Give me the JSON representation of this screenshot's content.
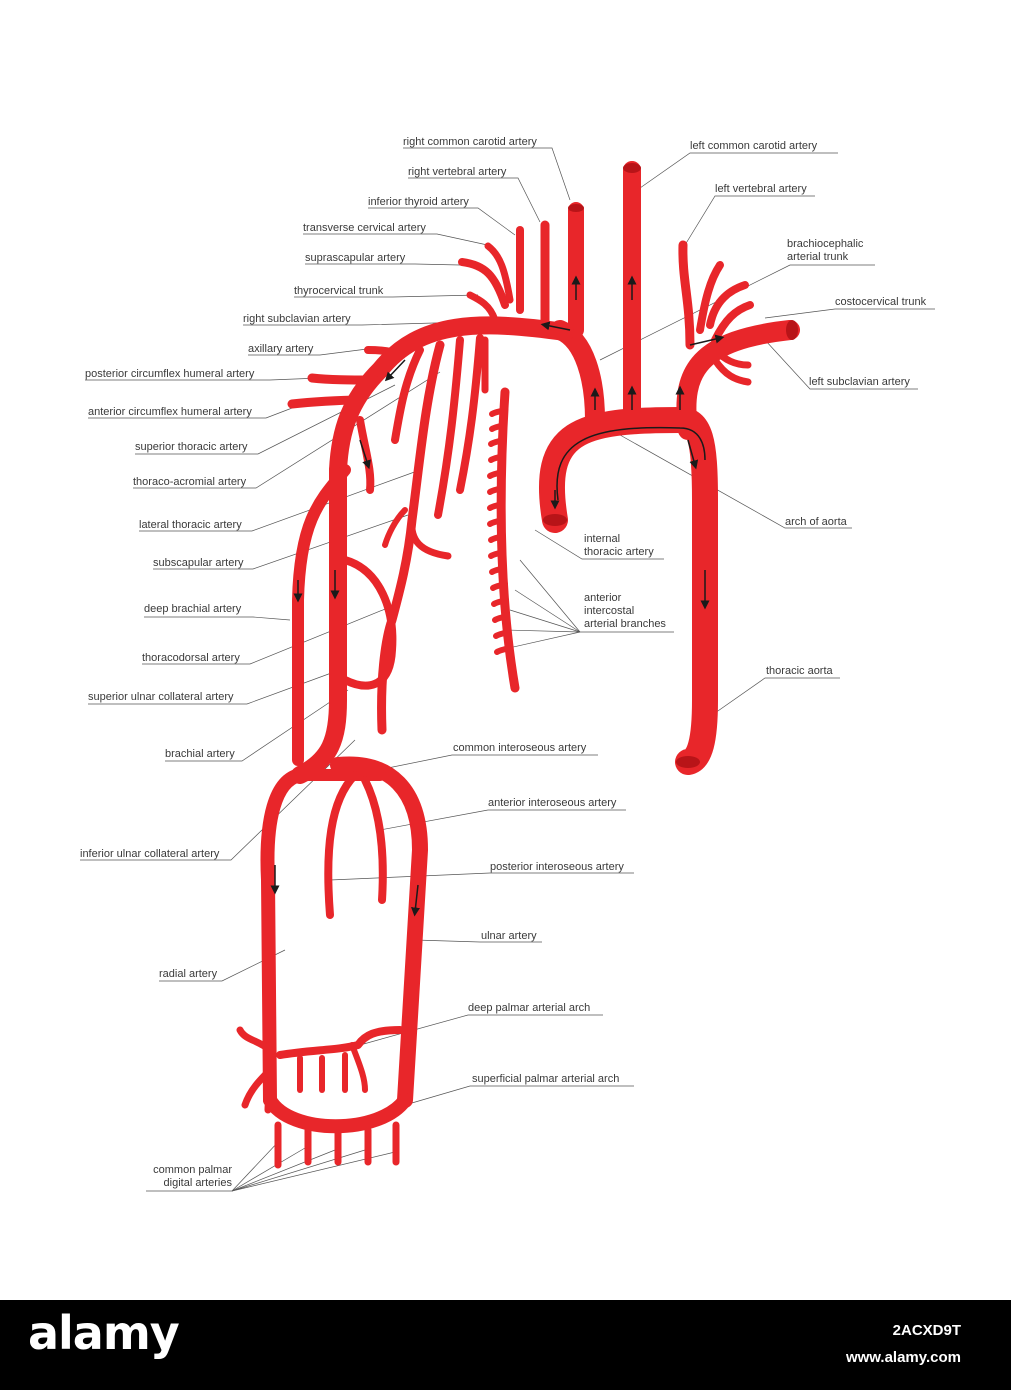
{
  "labels": {
    "right_common_carotid": "right common carotid artery",
    "right_vertebral": "right vertebral artery",
    "inferior_thyroid": "inferior thyroid artery",
    "transverse_cervical": "transverse cervical artery",
    "suprascapular": "suprascapular artery",
    "thyrocervical": "thyrocervical trunk",
    "right_subclavian": "right subclavian artery",
    "axillary": "axillary artery",
    "post_circumflex": "posterior circumflex humeral artery",
    "ant_circumflex": "anterior circumflex humeral artery",
    "superior_thoracic": "superior thoracic artery",
    "thoraco_acromial": "thoraco-acromial artery",
    "lateral_thoracic": "lateral thoracic artery",
    "subscapular": "subscapular artery",
    "deep_brachial": "deep brachial artery",
    "thoracodorsal": "thoracodorsal artery",
    "sup_ulnar_collateral": "superior ulnar collateral artery",
    "brachial": "brachial artery",
    "inf_ulnar_collateral": "inferior ulnar collateral artery",
    "radial": "radial artery",
    "common_palmar_1": "common palmar",
    "common_palmar_2": "digital arteries",
    "left_common_carotid": "left common carotid artery",
    "left_vertebral": "left vertebral artery",
    "brachiocephalic_1": "brachiocephalic",
    "brachiocephalic_2": "arterial trunk",
    "costocervical": "costocervical trunk",
    "left_subclavian": "left subclavian artery",
    "arch_aorta": "arch of aorta",
    "internal_thoracic_1": "internal",
    "internal_thoracic_2": "thoracic artery",
    "ant_intercostal_1": "anterior",
    "ant_intercostal_2": "intercostal",
    "ant_intercostal_3": "arterial branches",
    "thoracic_aorta": "thoracic aorta",
    "common_interosseous": "common interoseous artery",
    "ant_interosseous": "anterior interoseous artery",
    "post_interosseous": "posterior interoseous artery",
    "ulnar": "ulnar artery",
    "deep_palmar": "deep palmar arterial arch",
    "superficial_palmar": "superficial palmar arterial arch"
  },
  "footer": {
    "brand": "alamy",
    "image_id": "2ACXD9T",
    "site": "www.alamy.com"
  },
  "colors": {
    "artery": "#e8262a",
    "artery_dark": "#b81418",
    "leader": "#555555",
    "arrow": "#1a1a1a"
  }
}
